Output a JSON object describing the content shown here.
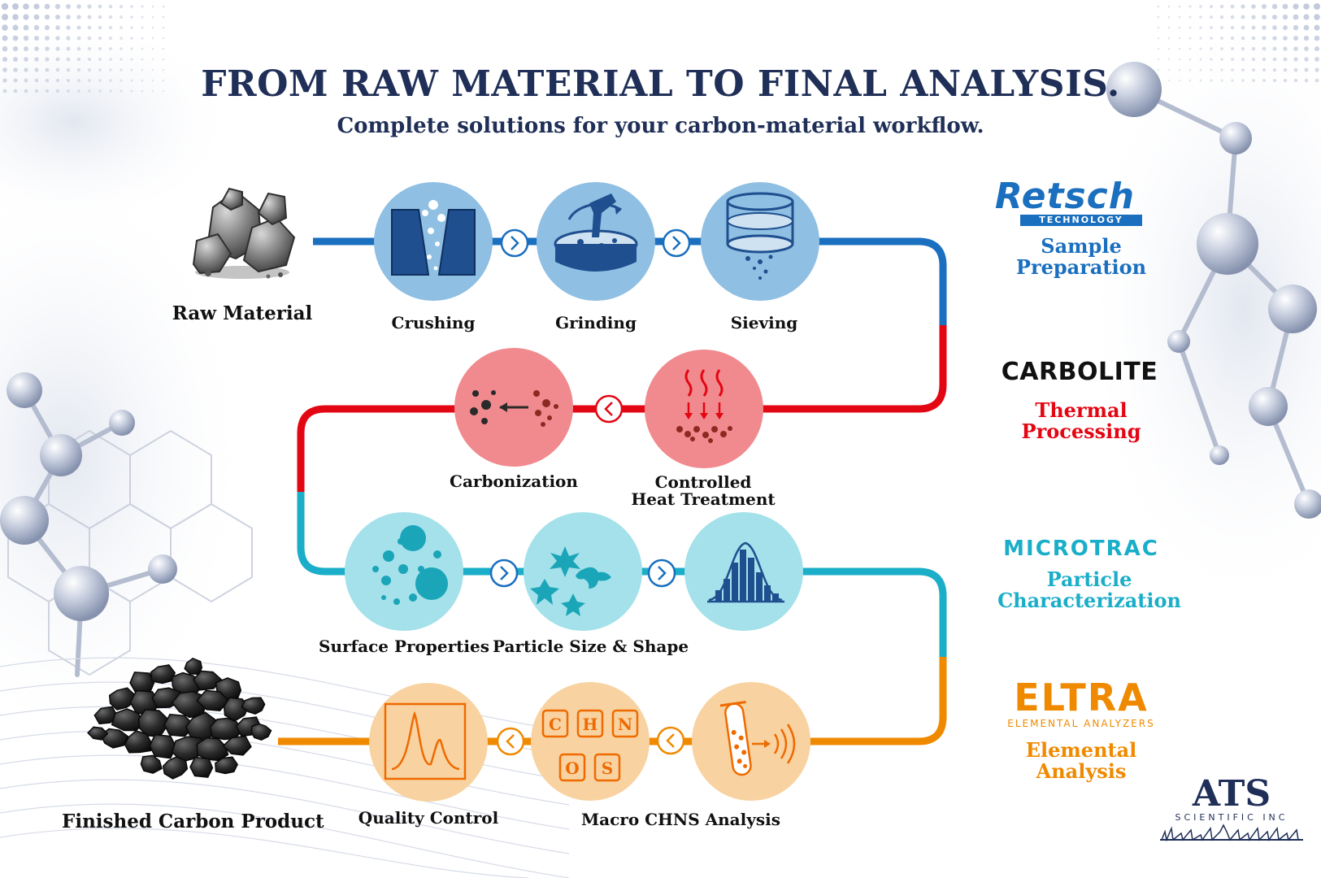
{
  "header": {
    "title": "FROM RAW MATERIAL TO FINAL ANALYSIS.",
    "subtitle": "Complete solutions for your carbon-material workflow."
  },
  "workflow": {
    "start": {
      "label": "Raw Material"
    },
    "end": {
      "label": "Finished Carbon Product"
    },
    "rows": [
      {
        "stage": "sample-preparation",
        "color": "#1a6fbf",
        "steps": [
          "Crushing",
          "Grinding",
          "Sieving"
        ]
      },
      {
        "stage": "thermal-processing",
        "color": "#e30613",
        "steps": [
          "Carbonization",
          "Controlled",
          "Heat Treatment"
        ]
      },
      {
        "stage": "particle-characterization",
        "color": "#1aaec8",
        "steps": [
          "Surface Properties",
          "Particle Size & Shape"
        ]
      },
      {
        "stage": "elemental-analysis",
        "color": "#ef8a00",
        "steps": [
          "Quality Control",
          "Macro CHNS Analysis"
        ]
      }
    ],
    "chns_letters": [
      "C",
      "H",
      "N",
      "O",
      "S"
    ]
  },
  "brands": {
    "retsch": {
      "logo": "Retsch",
      "logo_sub": "TECHNOLOGY",
      "category_line1": "Sample",
      "category_line2": "Preparation",
      "color": "#1a6fbf"
    },
    "carbolite": {
      "logo": "CARBOLITE",
      "category_line1": "Thermal",
      "category_line2": "Processing",
      "color": "#e30613"
    },
    "microtrac": {
      "logo": "MICROTRAC",
      "category_line1": "Particle",
      "category_line2": "Characterization",
      "color": "#1aaec8"
    },
    "eltra": {
      "logo": "ELTRA",
      "logo_sub": "ELEMENTAL ANALYZERS",
      "category_line1": "Elemental",
      "category_line2": "Analysis",
      "color": "#ef8a00"
    }
  },
  "footer_logo": {
    "name": "ATS",
    "sub": "SCIENTIFIC INC"
  }
}
